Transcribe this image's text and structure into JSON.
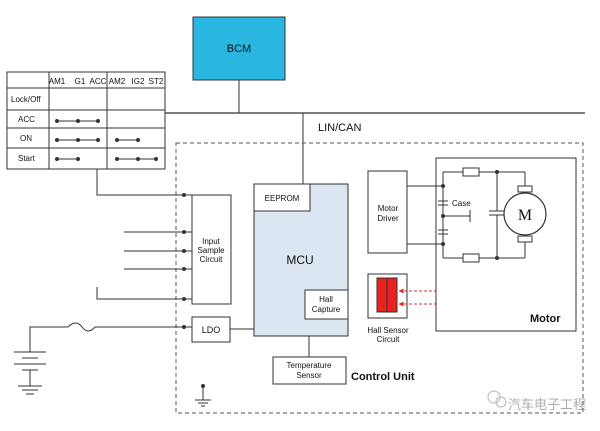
{
  "bcm": "BCM",
  "bus": "LIN/CAN",
  "switch_table": {
    "columns": [
      "AM1",
      "G1",
      "ACC",
      "AM2",
      "IG2",
      "ST2"
    ],
    "rows": [
      "Lock/Off",
      "ACC",
      "ON",
      "Start"
    ]
  },
  "control_unit": "Control Unit",
  "mcu": "MCU",
  "eeprom": "EEPROM",
  "input_sample": [
    "Input",
    "Sample",
    "Circuit"
  ],
  "ldo": "LDO",
  "motor_driver": [
    "Motor",
    "Driver"
  ],
  "hall_capture": [
    "Hall",
    "Capture"
  ],
  "hall_sensor": [
    "Hall Sensor",
    "Circuit"
  ],
  "temperature_sensor": [
    "Temperature",
    "Sensor"
  ],
  "motor": "Motor",
  "case": "Case",
  "motor_symbol": "M",
  "watermark": "汽车电子工程",
  "colors": {
    "bcm_fill": "#29B6E0",
    "mcu_fill": "#DCE6F2",
    "hall_sensor_fill": "#E8231F"
  }
}
